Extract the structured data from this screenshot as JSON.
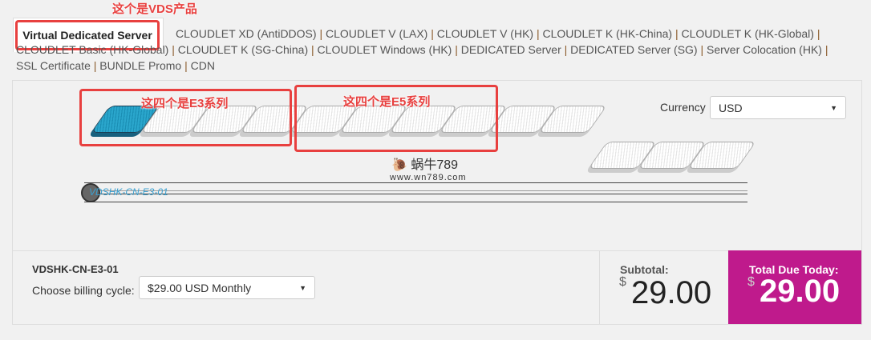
{
  "annotations": {
    "vds": "这个是VDS产品",
    "e3": "这四个是E3系列",
    "e5": "这四个是E5系列"
  },
  "active_tab": "Virtual Dedicated Server",
  "categories": [
    "CLOUDLET XD (AntiDDOS)",
    "CLOUDLET V (LAX)",
    "CLOUDLET V (HK)",
    "CLOUDLET K (HK-China)",
    "CLOUDLET K (HK-Global)",
    "CLOUDLET Basic (HK-Global)",
    "CLOUDLET K (SG-China)",
    "CLOUDLET Windows (HK)",
    "DEDICATED Server",
    "DEDICATED Server (SG)",
    "Server Colocation (HK)",
    "SSL Certificate",
    "BUNDLE Promo",
    "CDN"
  ],
  "currency": {
    "label": "Currency",
    "value": "USD"
  },
  "watermark": {
    "name": "蜗牛789",
    "url": "www.wn789.com"
  },
  "slider": {
    "label": "VDSHK-CN-E3-01",
    "selected_index": 0,
    "count": 13
  },
  "order": {
    "product": "VDSHK-CN-E3-01",
    "billing_label": "Choose billing cycle:",
    "billing_value": "$29.00 USD Monthly"
  },
  "subtotal": {
    "label": "Subtotal:",
    "currency": "$",
    "amount": "29.00"
  },
  "total": {
    "label": "Total Due Today:",
    "currency": "$",
    "amount": "29.00"
  },
  "colors": {
    "accent": "#bf1a8c",
    "selected": "#2aa6cc",
    "annotation": "#e8403f"
  }
}
